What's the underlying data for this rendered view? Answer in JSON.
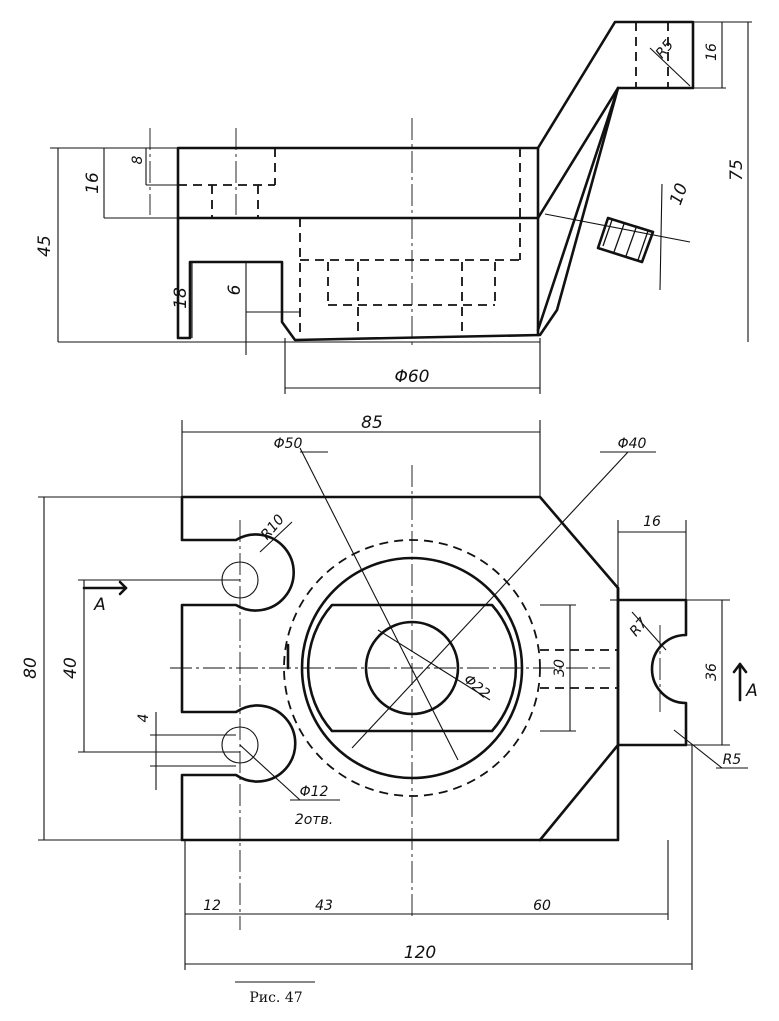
{
  "caption": "Рис. 47",
  "top_view": {
    "dimensions": {
      "overall_height": "45",
      "top_step": "16",
      "slot_depth": "8",
      "boss_height": "18",
      "groove": "6",
      "base_diameter": "Φ60",
      "rib_width": "10",
      "total_height": "75",
      "ear_thickness": "16",
      "ear_radius": "R5"
    }
  },
  "bottom_view": {
    "dimensions": {
      "body_width": "85",
      "outer_diameter": "Φ50",
      "inner_diameter": "Φ40",
      "bore_diameter": "Φ22",
      "slot_radius": "R10",
      "hole_pitch": "40",
      "overall_height": "80",
      "slot_width": "4",
      "hole_size": "Φ12",
      "hole_count": "2отв.",
      "tab_width": "16",
      "tab_radius": "R7",
      "tab_height": "36",
      "boss_width": "30",
      "corner_radius": "R5",
      "offset_left": "12",
      "offset_mid": "43",
      "offset_right": "60",
      "overall_length": "120"
    },
    "section_labels": {
      "left": "A",
      "right": "A"
    }
  }
}
